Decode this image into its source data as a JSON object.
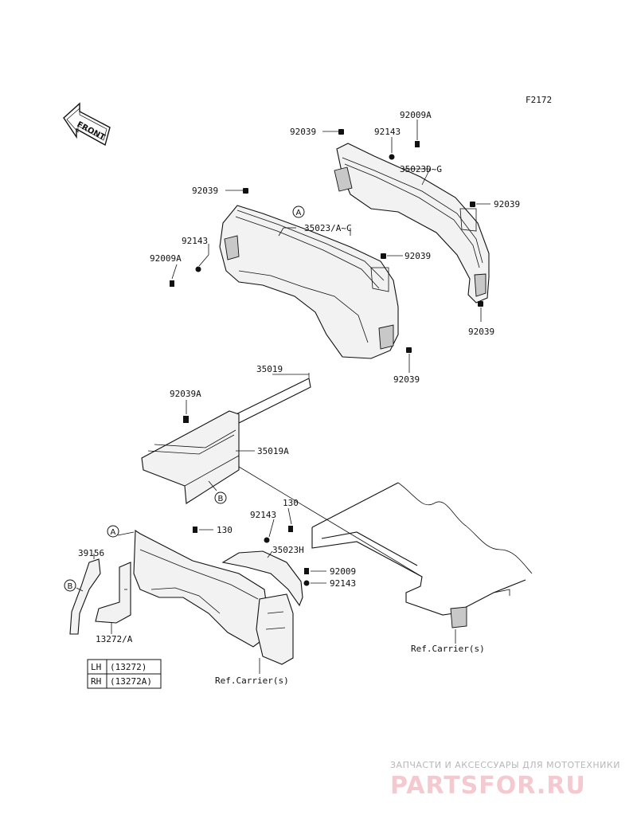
{
  "figure_code": "F2172",
  "front_arrow": "FRONT",
  "labels": {
    "p92039_a": "92039",
    "p92143_a": "92143",
    "p92009A_a": "92009A",
    "p35023D_G": "35023D~G",
    "p92039_b": "92039",
    "p92039_c": "92039",
    "p92039_d": "92039",
    "p35023_A_C": "35023/A~C",
    "p92143_b": "92143",
    "p92009A_b": "92009A",
    "p92039_e": "92039",
    "p92039_f": "92039",
    "p35019": "35019",
    "p92039A": "92039A",
    "p35019A": "35019A",
    "p130_a": "130",
    "p92143_c": "92143",
    "p130_b": "130",
    "p35023H": "35023H",
    "p92009": "92009",
    "p92143_d": "92143",
    "p39156": "39156",
    "p13272_A": "13272/A",
    "ref_carrier_right": "Ref.Carrier(s)",
    "ref_carrier_center": "Ref.Carrier(s)"
  },
  "callouts": {
    "a_top": "A",
    "b_mid": "B",
    "a_left": "A",
    "b_left": "B"
  },
  "legend": {
    "rows": [
      {
        "side": "LH",
        "part": "(13272)"
      },
      {
        "side": "RH",
        "part": "(13272A)"
      }
    ]
  },
  "watermark": {
    "tagline": "ЗАПЧАСТИ И АКСЕССУАРЫ ДЛЯ МОТОТЕХНИКИ",
    "brand": "PARTSFOR.RU"
  }
}
